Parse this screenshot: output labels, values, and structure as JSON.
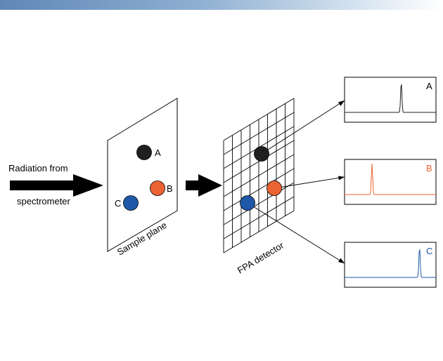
{
  "colors": {
    "header_bar": "#6d90bd",
    "sample_a": "#1f1f1f",
    "sample_b": "#ec6333",
    "sample_c": "#1f58a8",
    "line": "#000000"
  },
  "source": {
    "label_line1": "Radiation from",
    "label_line2": "spectrometer"
  },
  "sample_plane": {
    "caption": "Sample plane",
    "points": [
      {
        "id": "A",
        "label": "A"
      },
      {
        "id": "B",
        "label": "B"
      },
      {
        "id": "C",
        "label": "C"
      }
    ]
  },
  "detector": {
    "caption": "FPA detector"
  },
  "spectra": [
    {
      "label": "A",
      "peak_position": 0.62
    },
    {
      "label": "B",
      "peak_position": 0.3
    },
    {
      "label": "C",
      "peak_position": 0.82
    }
  ]
}
